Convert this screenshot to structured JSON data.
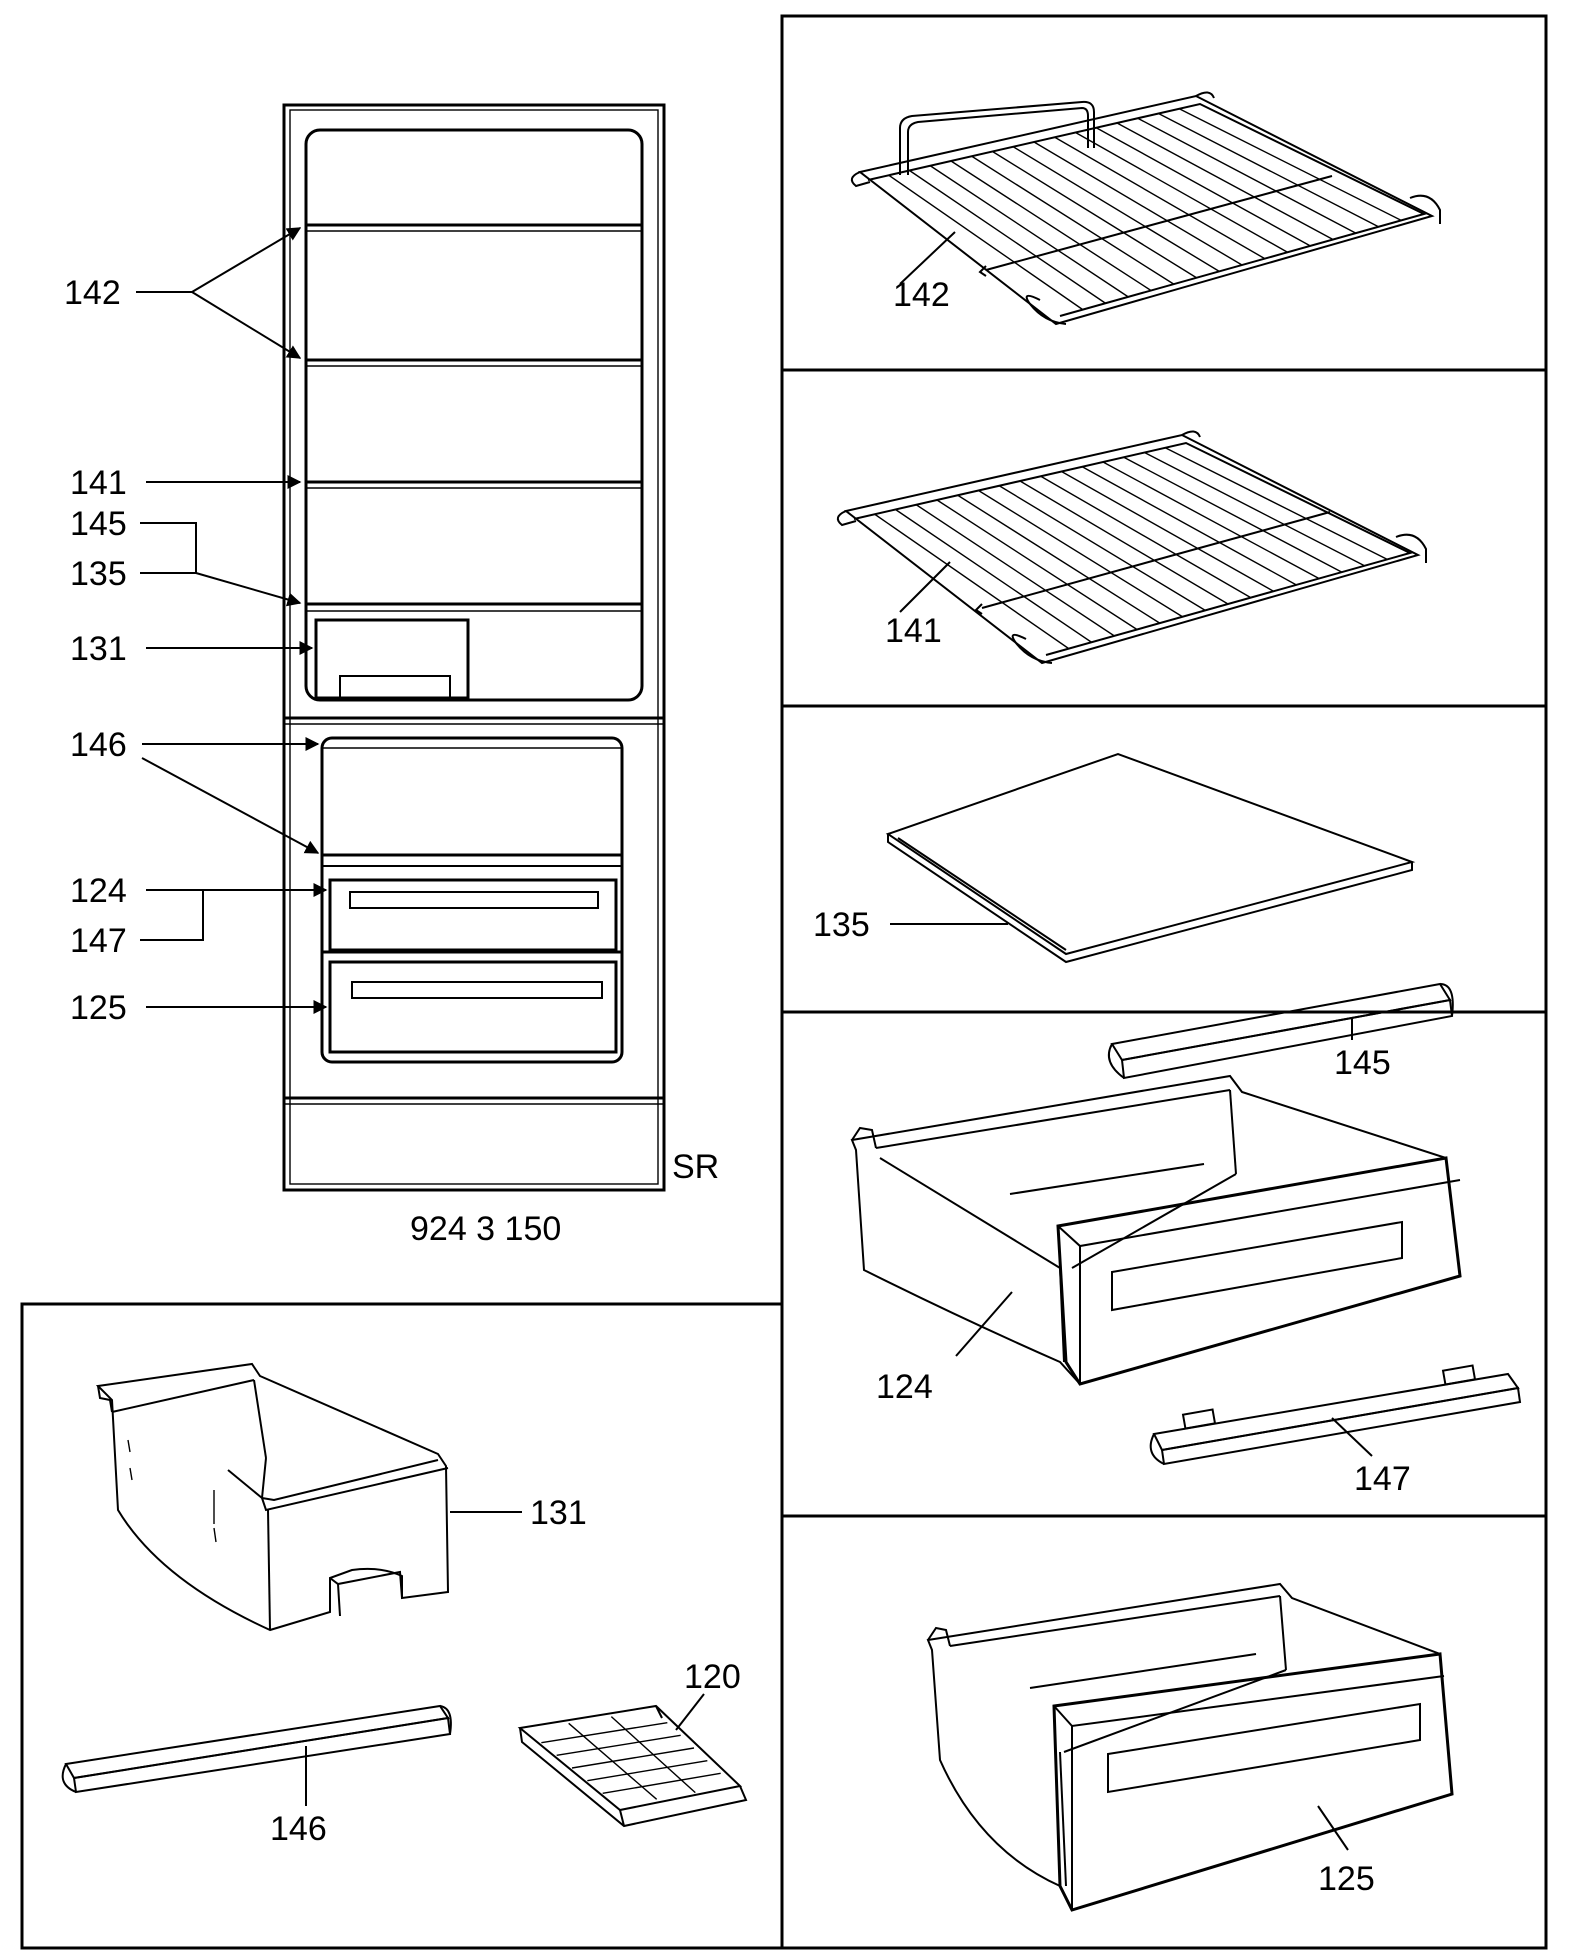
{
  "cabinet": {
    "model_number": "924 3 150",
    "variant": "SR",
    "callouts": {
      "c142": "142",
      "c141": "141",
      "c145": "145",
      "c135": "135",
      "c131": "131",
      "c146": "146",
      "c124": "124",
      "c147": "147",
      "c125": "125"
    }
  },
  "parts": {
    "p142": "142",
    "p141": "141",
    "p135": "135",
    "p145": "145",
    "p124": "124",
    "p147": "147",
    "p125": "125",
    "p131": "131",
    "p146": "146",
    "p120": "120"
  }
}
